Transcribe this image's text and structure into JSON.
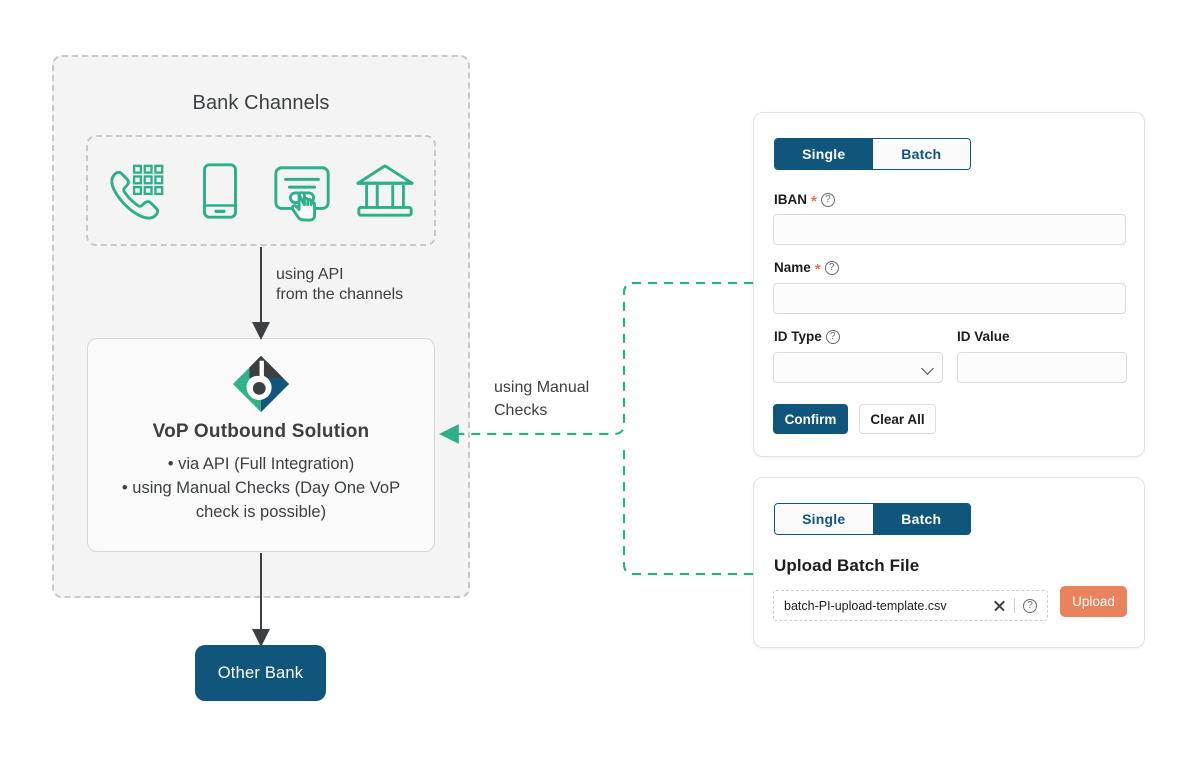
{
  "diagram": {
    "zone_title": "Bank Channels",
    "channel_icons": [
      "phone-keypad-icon",
      "mobile-phone-icon",
      "online-banking-click-icon",
      "bank-building-icon"
    ],
    "api_arrow_label": "using API\nfrom the channels",
    "manual_arrow_label": "using Manual\nChecks",
    "vop": {
      "logo": "vop-brand-logo",
      "title": "VoP Outbound Solution",
      "bullets": [
        "via API (Full Integration)",
        "using Manual Checks (Day One VoP check is possible)"
      ]
    },
    "other_bank_label": "Other Bank"
  },
  "single_panel": {
    "tabs": [
      {
        "label": "Single",
        "active": true
      },
      {
        "label": "Batch",
        "active": false
      }
    ],
    "fields": {
      "iban": {
        "label": "IBAN",
        "required_mark": "*",
        "help": "?",
        "value": "",
        "placeholder": ""
      },
      "name": {
        "label": "Name",
        "required_mark": "*",
        "help": "?",
        "value": "",
        "placeholder": ""
      },
      "id_type": {
        "label": "ID Type",
        "help": "?",
        "value": "",
        "chevron": "chevron-down-icon"
      },
      "id_value": {
        "label": "ID Value",
        "value": "",
        "placeholder": ""
      }
    },
    "confirm_label": "Confirm",
    "clear_label": "Clear All"
  },
  "batch_panel": {
    "tabs": [
      {
        "label": "Single",
        "active": false
      },
      {
        "label": "Batch",
        "active": true
      }
    ],
    "heading": "Upload Batch File",
    "file_name": "batch-PI-upload-template.csv",
    "clear_icon": "close-icon",
    "help_icon": "?",
    "upload_label": "Upload"
  },
  "colors": {
    "brand_navy": "#10557c",
    "brand_teal": "#2bb08a",
    "accent_orange": "#e8835e",
    "required_red": "#e8724c",
    "zone_bg": "#f4f4f4",
    "dash_grey": "#c9c9c9"
  }
}
